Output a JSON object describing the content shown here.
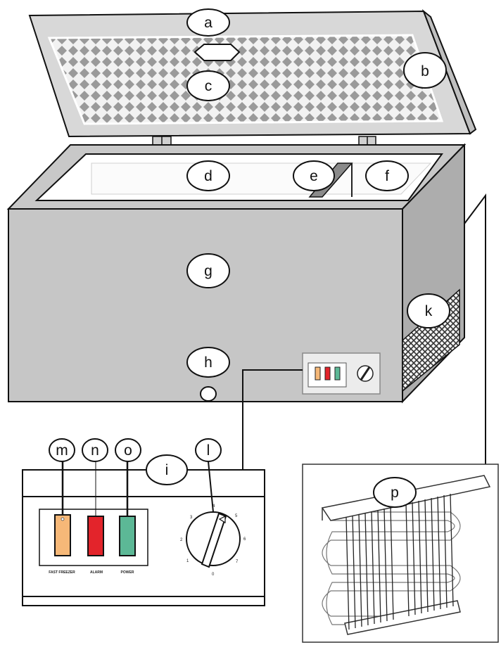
{
  "callouts": {
    "a": "a",
    "b": "b",
    "c": "c",
    "d": "d",
    "e": "e",
    "f": "f",
    "g": "g",
    "h": "h",
    "i": "i",
    "k": "k",
    "l": "l",
    "m": "m",
    "n": "n",
    "o": "o",
    "p": "p"
  },
  "panel": {
    "indicators": [
      {
        "label": "FAST FREEZER",
        "color": "#f6b878"
      },
      {
        "label": "ALARM",
        "color": "#e3242b"
      },
      {
        "label": "POWER",
        "color": "#5cb896"
      }
    ],
    "knob_numbers": [
      "1",
      "2",
      "3",
      "4",
      "5",
      "6",
      "7",
      "0"
    ]
  },
  "colors": {
    "body": "#c6c6c6",
    "body_side": "#adadad",
    "lid": "#dadada",
    "outline": "#111111"
  }
}
